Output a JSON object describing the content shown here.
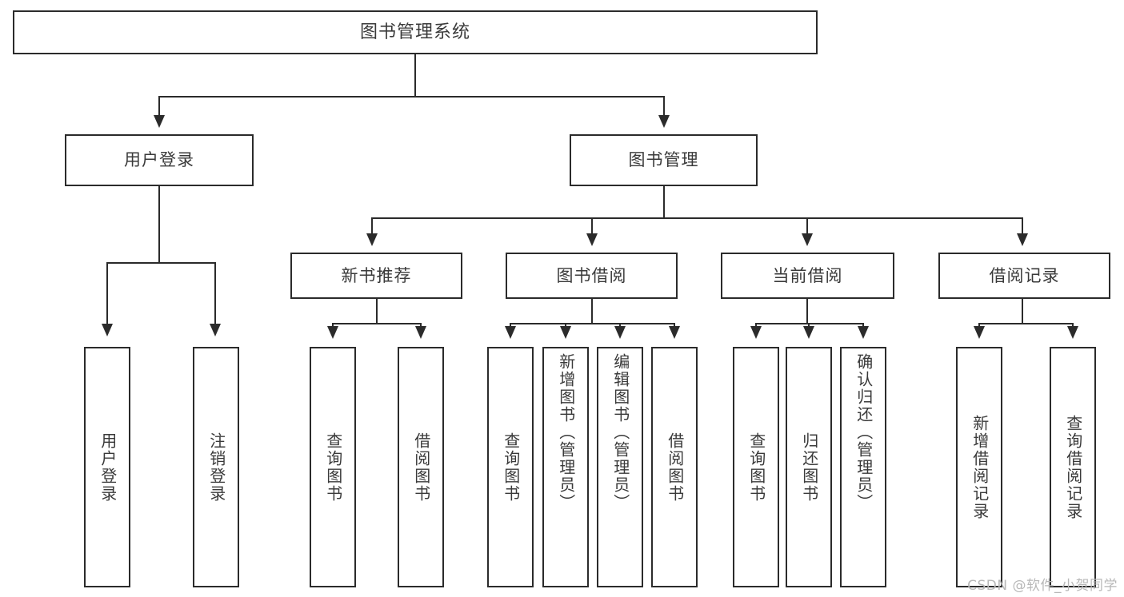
{
  "diagram": {
    "title": "图书管理系统",
    "watermark": "CSDN @软件_小贺同学",
    "type": "tree-hierarchy-chart",
    "colors": {
      "stroke": "#2b2b2b",
      "fill": "#ffffff",
      "text": "#3a3a3a",
      "watermark": "#b8b8b8"
    },
    "root": {
      "label": "图书管理系统"
    },
    "level2": [
      {
        "label": "用户登录"
      },
      {
        "label": "图书管理"
      }
    ],
    "level3": [
      {
        "label": "新书推荐"
      },
      {
        "label": "图书借阅"
      },
      {
        "label": "当前借阅"
      },
      {
        "label": "借阅记录"
      }
    ],
    "leaves": {
      "user_login": [
        {
          "label": "用户登录"
        },
        {
          "label": "注销登录"
        }
      ],
      "new_book_recommend": [
        {
          "label": "查询图书"
        },
        {
          "label": "借阅图书"
        }
      ],
      "book_borrow": [
        {
          "label": "查询图书"
        },
        {
          "label": "新增图书（管理员）"
        },
        {
          "label": "编辑图书（管理员）"
        },
        {
          "label": "借阅图书"
        }
      ],
      "current_borrow": [
        {
          "label": "查询图书"
        },
        {
          "label": "归还图书"
        },
        {
          "label": "确认归还（管理员）"
        }
      ],
      "borrow_record": [
        {
          "label": "新增借阅记录"
        },
        {
          "label": "查询借阅记录"
        }
      ]
    }
  }
}
